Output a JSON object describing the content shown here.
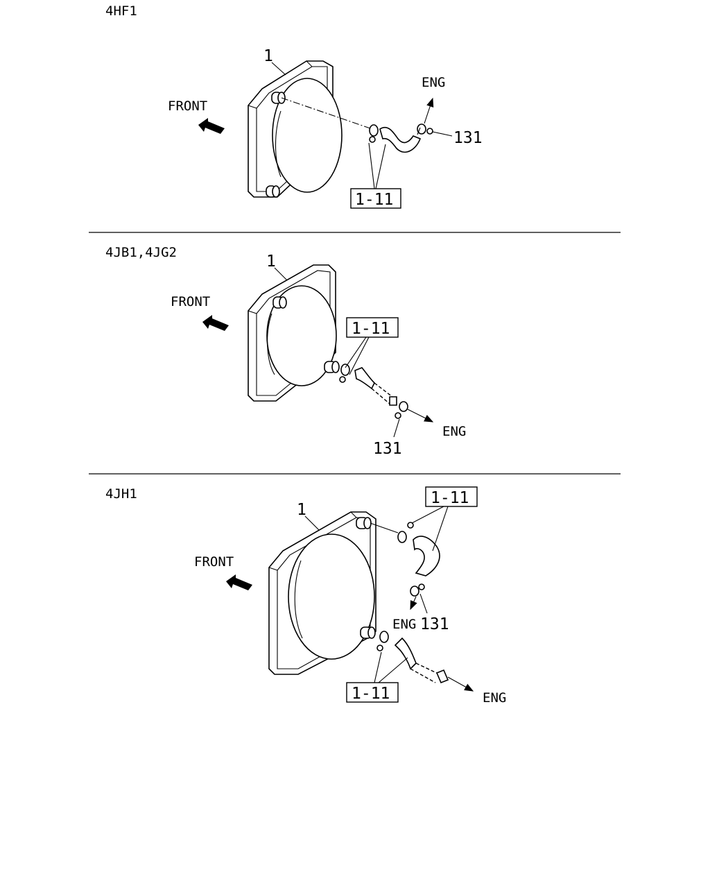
{
  "sections": [
    {
      "model": "4HF1",
      "part_main": "1",
      "front": "FRONT",
      "eng": [
        "ENG"
      ],
      "part_clamp": "131",
      "part_hose": [
        "1-11"
      ]
    },
    {
      "model": "4JB1,4JG2",
      "part_main": "1",
      "front": "FRONT",
      "eng": [
        "ENG"
      ],
      "part_clamp": "131",
      "part_hose": [
        "1-11"
      ]
    },
    {
      "model": "4JH1",
      "part_main": "1",
      "front": "FRONT",
      "eng": [
        "ENG",
        "ENG"
      ],
      "part_clamp": "131",
      "part_hose": [
        "1-11",
        "1-11"
      ]
    }
  ]
}
